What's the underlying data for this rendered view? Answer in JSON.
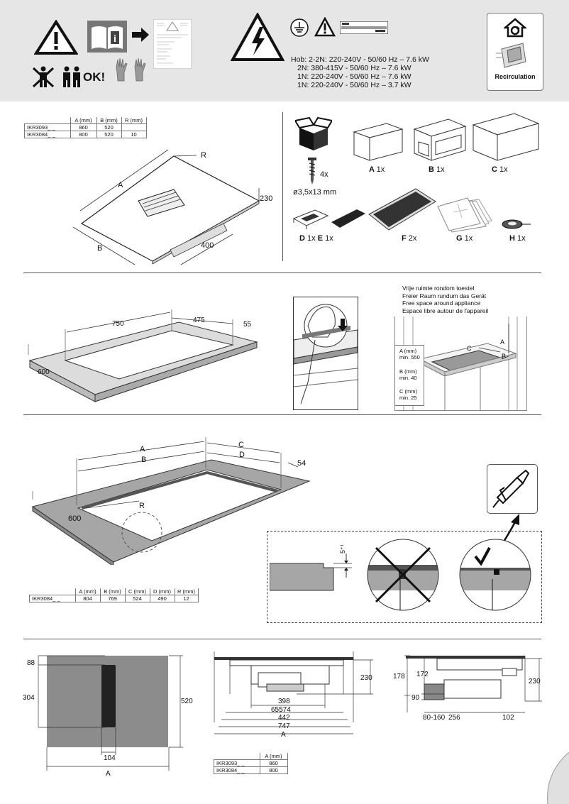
{
  "header": {
    "warning_label_lines": [
      "Hob:  2-2N: 220-240V - 50/60 Hz – 7.6 kW",
      "2N: 380-415V - 50/60 Hz – 7.6 kW",
      "1N: 220-240V - 50/60 Hz – 7.6 kW",
      "1N: 220-240V - 50/60 Hz – 3.7 kW"
    ],
    "ok_text": "OK!",
    "recirculation_label": "Recirculation",
    "info_icon": "i"
  },
  "section1": {
    "table": {
      "headers": [
        "",
        "A (mm)",
        "B (mm)",
        "R (mm)"
      ],
      "rows": [
        [
          "IKR3093_ _",
          "860",
          "520",
          ""
        ],
        [
          "IKR3084_ _",
          "800",
          "520",
          "10"
        ]
      ]
    },
    "dims": {
      "R": "R",
      "A": "A",
      "B": "B",
      "h230": "230",
      "w400": "400"
    },
    "parts": {
      "screws_qty": "4x",
      "screws_size": "ø3,5x13 mm",
      "a_label": "A",
      "a_qty": "1x",
      "b_label": "B",
      "b_qty": "1x",
      "c_label": "C",
      "c_qty": "1x",
      "d_label": "D",
      "d_qty": "1x",
      "e_label": "E",
      "e_qty": "1x",
      "f_label": "F",
      "f_qty": "2x",
      "g_label": "G",
      "g_qty": "1x",
      "h_label": "H",
      "h_qty": "1x"
    }
  },
  "section2": {
    "dims": {
      "d750": "750",
      "d475": "475",
      "d55": "55",
      "d600": "600"
    },
    "free_space": [
      "Vrije ruimte rondom toestel",
      "Freier Raum rundum das Gerät",
      "Free space around appliance",
      "Espace libre autour de l'appareil"
    ],
    "clearances": [
      {
        "label": "A (mm)",
        "value": "min. 550"
      },
      {
        "label": "B (mm)",
        "value": "min. 40"
      },
      {
        "label": "C (mm)",
        "value": "min. 25"
      }
    ],
    "letters": {
      "A": "A",
      "B": "B",
      "C": "C"
    }
  },
  "section3": {
    "dims": {
      "A": "A",
      "B": "B",
      "C": "C",
      "D": "D",
      "d54": "54",
      "R": "R",
      "d600": "600",
      "rebate": "5⁺¹"
    },
    "table": {
      "headers": [
        "",
        "A (mm)",
        "B (mm)",
        "C (mm)",
        "D (mm)",
        "R (mm)"
      ],
      "rows": [
        [
          "IKR3084_ _",
          "804",
          "769",
          "524",
          "490",
          "12"
        ]
      ]
    }
  },
  "section4": {
    "left": {
      "d88": "88",
      "d304": "304",
      "d520": "520",
      "d104": "104",
      "A": "A"
    },
    "middle": {
      "d230": "230",
      "d398": "398",
      "d65574": "65574",
      "d442": "442",
      "d747": "747",
      "A": "A"
    },
    "middle_table": {
      "headers": [
        "",
        "A (mm)"
      ],
      "rows": [
        [
          "IKR3093_ _",
          "860"
        ],
        [
          "IKR3084_ _",
          "800"
        ]
      ]
    },
    "right": {
      "d178": "178",
      "d172": "172",
      "d230": "230",
      "d90": "90",
      "d80_160": "80-160",
      "d256": "256",
      "d102": "102"
    }
  },
  "colors": {
    "header_bg": "#e6e6e6",
    "panel": "#8c8c8c",
    "light_panel": "#dcdcdc"
  }
}
